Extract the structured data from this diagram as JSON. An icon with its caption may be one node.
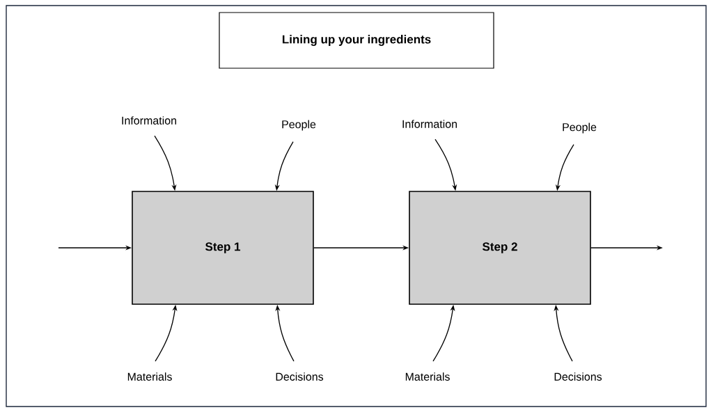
{
  "diagram": {
    "nodes": [
      {
        "text": [
          "Lining up your ingredients"
        ]
      },
      {
        "text": [
          "Step 1"
        ]
      },
      {
        "text": [
          "Step 2"
        ]
      },
      {
        "text": [
          "Information"
        ]
      },
      {
        "text": [
          "People"
        ]
      },
      {
        "text": [
          "Materials"
        ]
      },
      {
        "text": [
          "Decisions"
        ]
      },
      {
        "text": [
          "Information"
        ]
      },
      {
        "text": [
          "People"
        ]
      },
      {
        "text": [
          "Materials"
        ]
      },
      {
        "text": [
          "Decisions"
        ]
      }
    ],
    "edges": [
      {
        "from": null,
        "to": 1,
        "arrow": "to"
      },
      {
        "from": 1,
        "to": 2,
        "arrow": "to"
      },
      {
        "from": 2,
        "to": null,
        "arrow": "to"
      },
      {
        "from": 3,
        "to": 1,
        "arrow": "to"
      },
      {
        "from": 4,
        "to": 1,
        "arrow": "to"
      },
      {
        "from": 5,
        "to": 1,
        "arrow": "to"
      },
      {
        "from": 6,
        "to": 1,
        "arrow": "to"
      },
      {
        "from": 7,
        "to": 2,
        "arrow": "to"
      },
      {
        "from": 8,
        "to": 2,
        "arrow": "to"
      },
      {
        "from": 9,
        "to": 2,
        "arrow": "to"
      },
      {
        "from": 10,
        "to": 2,
        "arrow": "to"
      }
    ]
  }
}
